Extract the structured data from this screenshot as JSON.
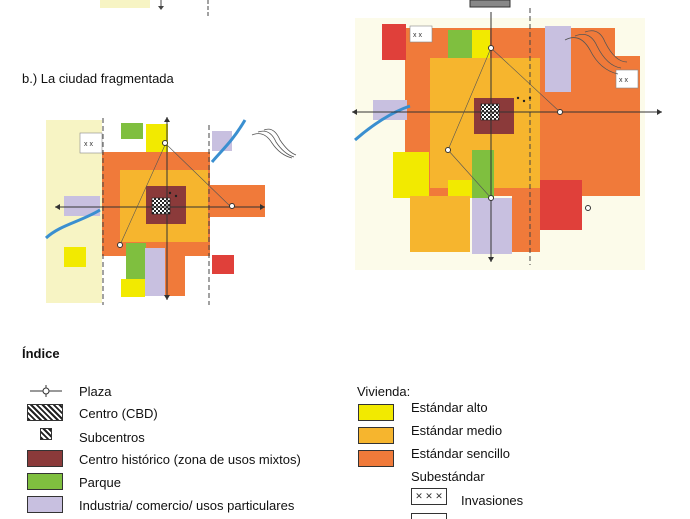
{
  "section_b_title": "b.) La ciudad fragmentada",
  "index_title": "Índice",
  "legend_left": [
    {
      "label": "Plaza",
      "icon": "plaza-icon"
    },
    {
      "label": "Centro (CBD)",
      "icon": "cbd-hatched-icon"
    },
    {
      "label": "Subcentros",
      "icon": "subcenter-icon"
    },
    {
      "label": "Centro histórico (zona de usos mixtos)",
      "color": "#8b3a3a"
    },
    {
      "label": "Parque",
      "color": "#7fbf3f"
    },
    {
      "label": "Industria/ comercio/ usos particulares",
      "color": "#c8c0e0"
    }
  ],
  "legend_right": {
    "heading": "Vivienda:",
    "items": [
      {
        "label": "Estándar alto",
        "color": "#f2ea00"
      },
      {
        "label": "Estándar medio",
        "color": "#f6b52e"
      },
      {
        "label": "Estándar sencillo",
        "color": "#f07a3a"
      }
    ],
    "substandard_label": "Subestándar",
    "sub_items": [
      {
        "label": "Invasiones",
        "icon": "invasion-icon"
      }
    ]
  },
  "colors": {
    "high": "#f2ea00",
    "medium": "#f6b52e",
    "simple": "#f07a3a",
    "historic": "#8b3a3a",
    "park": "#7fbf3f",
    "industry": "#c8c0e0",
    "red": "#e0403a",
    "lightyellow": "#f7f4c4",
    "river": "#3a8fd0"
  }
}
